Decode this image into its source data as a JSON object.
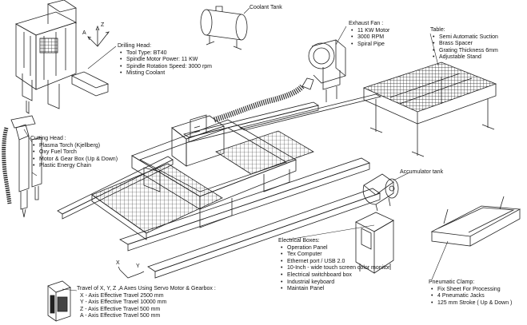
{
  "coolant_tank": {
    "title": "Coolant Tank"
  },
  "exhaust_fan": {
    "title": "Exhaust Fan :",
    "items": [
      "11 KW Motor",
      "3000 RPM",
      "Spiral Pipe"
    ]
  },
  "table": {
    "title": "Table:",
    "items": [
      "Semi Automatic Suction",
      "Brass Spacer",
      "Grating Thickness 6mm",
      "Adjustable Stand"
    ]
  },
  "drilling_head": {
    "title": "Drilling Head:",
    "items": [
      "Tool Type: BT40",
      "Spindle Motor Power: 11 KW",
      "Spindle Rotation Speed: 3000 rpm",
      "Misting Coolant"
    ]
  },
  "cutting_head": {
    "title": "Cutting Head :",
    "items": [
      "Plasma Torch (Kjellberg)",
      "Oxy Fuel Torch",
      "Motor & Gear Box (Up & Down)",
      "Plastic Energy Chain"
    ]
  },
  "accumulator_tank": {
    "title": "Accumulator tank"
  },
  "electrical_boxes": {
    "title": "Electrical Boxes:",
    "items": [
      "Operation Panel",
      "Tex Computer",
      "Ethernet port / USB 2.0",
      "10-Inch - wide touch screen color monitor",
      "Electrical switchboard box",
      "Industrial keyboard",
      "Maintain Panel"
    ]
  },
  "travel": {
    "title": "Travel of X, Y, Z ,A Axes Using Servo Motor & Gearbox :",
    "items": [
      "X - Axis Effective Travel 2500 mm",
      "Y - Axis Effective Travel 10000 mm",
      "Z - Axis Effective Travel 500 mm",
      "A - Axis Effective Travel 500 mm"
    ]
  },
  "pneumatic_clamp": {
    "title": "Pneumatic Clamp:",
    "items": [
      "Fix Sheet For Processing",
      "4 Pneumatic Jacks",
      "125 mm Stroke ( Up & Down )"
    ]
  },
  "axes": {
    "a_top": "A",
    "z_top": "Z",
    "x_bottom": "X",
    "y_bottom": "Y"
  }
}
